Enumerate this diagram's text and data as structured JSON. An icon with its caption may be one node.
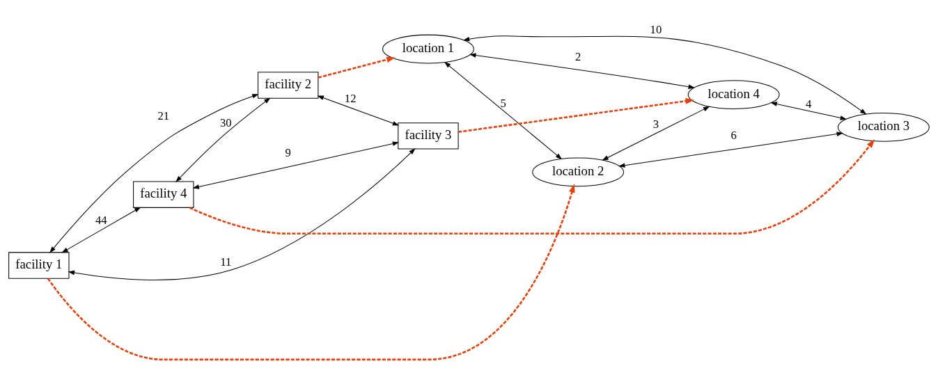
{
  "diagram": {
    "nodes": [
      {
        "text": [
          "location 1"
        ]
      },
      {
        "text": [
          "location 2"
        ]
      },
      {
        "text": [
          "location 3"
        ]
      },
      {
        "text": [
          "location 4"
        ]
      },
      {
        "text": [
          "facility 1"
        ]
      },
      {
        "text": [
          "facility 2"
        ]
      },
      {
        "text": [
          "facility 3"
        ]
      },
      {
        "text": [
          "facility 4"
        ]
      }
    ],
    "edges": [
      {
        "from": 0,
        "to": 1,
        "arrow": "both",
        "label": "5"
      },
      {
        "from": 0,
        "to": 3,
        "arrow": "both",
        "label": "2"
      },
      {
        "from": 0,
        "to": 2,
        "arrow": "both",
        "label": "10"
      },
      {
        "from": 1,
        "to": 3,
        "arrow": "both",
        "label": "3"
      },
      {
        "from": 3,
        "to": 2,
        "arrow": "both",
        "label": "4"
      },
      {
        "from": 1,
        "to": 2,
        "arrow": "both",
        "label": "6"
      },
      {
        "from": 4,
        "to": 7,
        "arrow": "both",
        "label": "44"
      },
      {
        "from": 4,
        "to": 5,
        "arrow": "both",
        "label": "21"
      },
      {
        "from": 4,
        "to": 6,
        "arrow": "both",
        "label": "11"
      },
      {
        "from": 7,
        "to": 5,
        "arrow": "both",
        "label": "30"
      },
      {
        "from": 7,
        "to": 6,
        "arrow": "both",
        "label": "9"
      },
      {
        "from": 5,
        "to": 6,
        "arrow": "both",
        "label": "12"
      },
      {
        "from": 4,
        "to": 1,
        "arrow": "to",
        "style": "dashed",
        "color": "#e8400c"
      },
      {
        "from": 5,
        "to": 0,
        "arrow": "to",
        "style": "dashed",
        "color": "#e8400c"
      },
      {
        "from": 7,
        "to": 2,
        "arrow": "to",
        "style": "dashed",
        "color": "#e8400c"
      },
      {
        "from": 6,
        "to": 3,
        "arrow": "to",
        "style": "dashed",
        "color": "#e8400c"
      }
    ]
  }
}
